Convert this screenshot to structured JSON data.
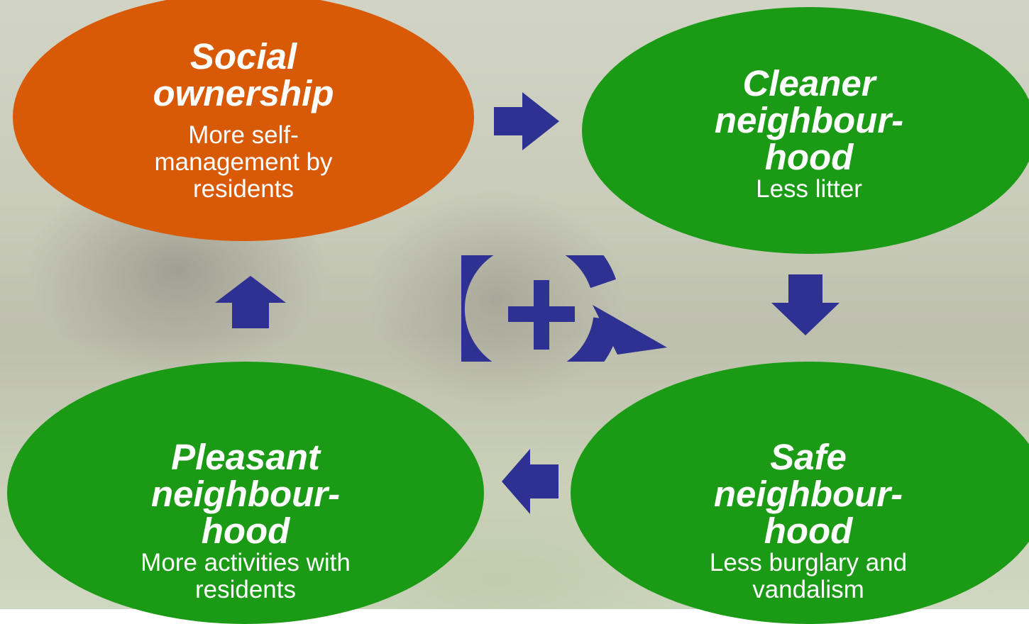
{
  "colors": {
    "orange": "#d85a07",
    "green": "#1b9a16",
    "arrow": "#2e3191",
    "text": "#ffffff"
  },
  "nodes": {
    "social": {
      "title": "Social\nownership",
      "subtitle": "More self-\nmanagement by\nresidents"
    },
    "cleaner": {
      "title": "Cleaner\nneighbour-\nhood",
      "subtitle": "Less litter"
    },
    "safe": {
      "title": "Safe\nneighbour-\nhood",
      "subtitle": "Less burglary and\nvandalism"
    },
    "pleasant": {
      "title": "Pleasant\nneighbour-\nhood",
      "subtitle": "More activities with\nresidents"
    }
  },
  "icons": {
    "arrow_right": "arrow-right-icon",
    "arrow_down": "arrow-down-icon",
    "arrow_left": "arrow-left-icon",
    "arrow_up": "arrow-up-icon",
    "cycle": "positive-cycle-icon"
  }
}
